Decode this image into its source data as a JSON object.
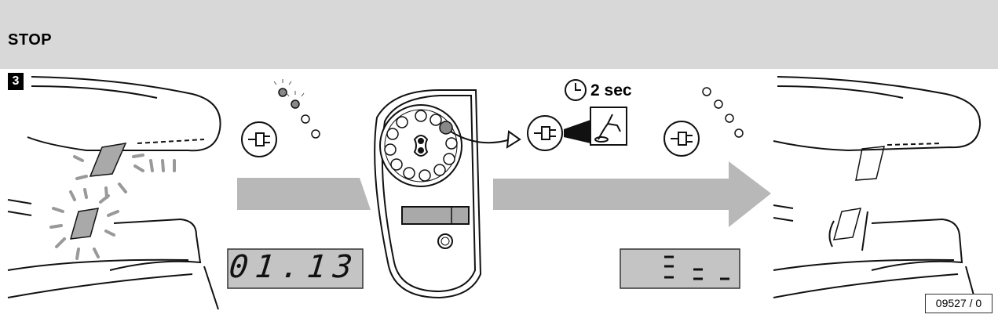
{
  "header": {
    "title": "STOP"
  },
  "step": {
    "number": "3"
  },
  "timer": {
    "label": "2 sec",
    "icon": "clock-icon"
  },
  "display_left": {
    "value": "01.13"
  },
  "display_right": {
    "value": "≡ ═ _"
  },
  "reference": {
    "code": "09527 / 0"
  },
  "colors": {
    "header_bg": "#d8d8d8",
    "arrow_gray": "#b8b8b8",
    "lcd_bg": "#c4c4c4",
    "highlight_gray": "#a9a9a9"
  }
}
